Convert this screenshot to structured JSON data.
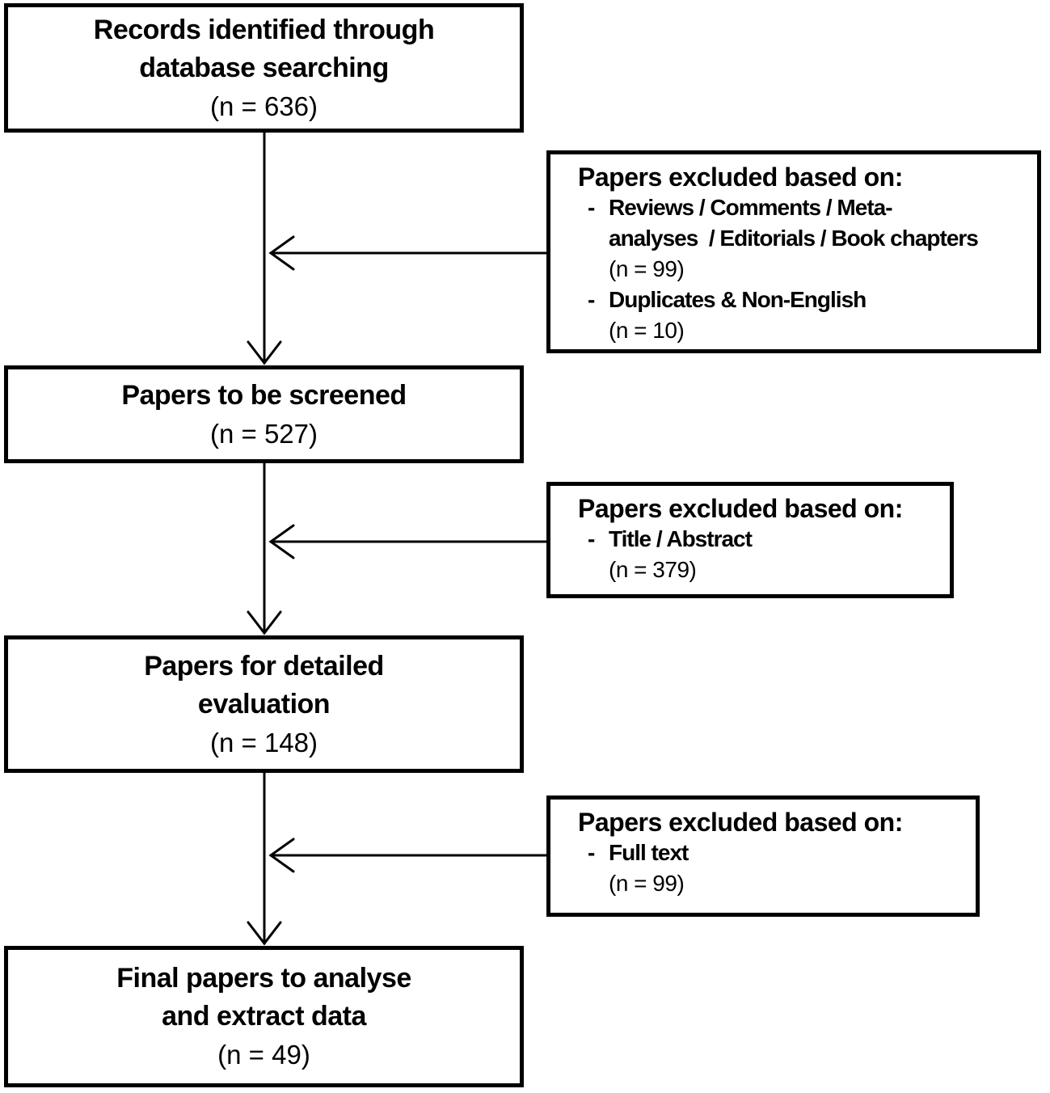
{
  "figure": {
    "kind": "prisma-flow-diagram"
  },
  "flow_boxes": [
    {
      "id": "records-identified",
      "lines": [
        "Records identified through",
        "database searching"
      ],
      "count": "(n = 636)"
    },
    {
      "id": "papers-screened",
      "lines": [
        "Papers to be screened"
      ],
      "count": "(n = 527)"
    },
    {
      "id": "detailed-evaluation",
      "lines": [
        "Papers for detailed",
        "evaluation"
      ],
      "count": "(n = 148)"
    },
    {
      "id": "final-papers",
      "lines": [
        "Final papers to analyse",
        "and extract data"
      ],
      "count": "(n = 49)"
    }
  ],
  "exclusion_boxes": [
    {
      "title": "Papers excluded based on:",
      "items": [
        {
          "bullet": "-",
          "lines": [
            "Reviews / Comments / Meta-",
            "analyses  / Editorials / Book chapters"
          ],
          "count": "(n = 99)"
        },
        {
          "bullet": "-",
          "lines": [
            "Duplicates & Non-English"
          ],
          "count": "(n = 10)"
        }
      ]
    },
    {
      "title": "Papers excluded based on:",
      "items": [
        {
          "bullet": "-",
          "lines": [
            "Title / Abstract"
          ],
          "count": "(n = 379)"
        }
      ]
    },
    {
      "title": "Papers excluded based on:",
      "items": [
        {
          "bullet": "-",
          "lines": [
            "Full text"
          ],
          "count": "(n = 99)"
        }
      ]
    }
  ],
  "colors": {
    "border": "#000000",
    "text": "#000000",
    "background": "#ffffff"
  }
}
